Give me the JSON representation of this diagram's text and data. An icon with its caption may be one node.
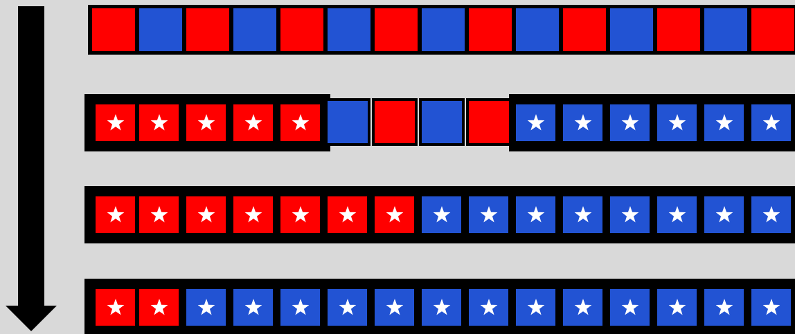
{
  "diagram": {
    "nodes": [
      {
        "text": [],
        "shape": "bar"
      },
      {
        "text": [],
        "shape": "box",
        "in": 0
      },
      {
        "text": [],
        "shape": "box",
        "in": 0
      },
      {
        "text": [],
        "shape": "box",
        "in": 0
      },
      {
        "text": [],
        "shape": "box",
        "in": 0
      },
      {
        "text": [],
        "shape": "box",
        "in": 0
      },
      {
        "text": [],
        "shape": "box",
        "in": 0
      },
      {
        "text": [],
        "shape": "box",
        "in": 0
      },
      {
        "text": [],
        "shape": "box",
        "in": 0
      },
      {
        "text": [],
        "shape": "box",
        "in": 0
      },
      {
        "text": [],
        "shape": "box",
        "in": 0
      },
      {
        "text": [],
        "shape": "box",
        "in": 0
      },
      {
        "text": [],
        "shape": "box",
        "in": 0
      },
      {
        "text": [],
        "shape": "box",
        "in": 0
      },
      {
        "text": [],
        "shape": "box",
        "in": 0
      },
      {
        "text": [],
        "shape": "box",
        "in": 0
      },
      {
        "text": [],
        "shape": "bar"
      },
      {
        "text": [],
        "shape": "star",
        "in": 16
      },
      {
        "text": [],
        "shape": "star",
        "in": 16
      },
      {
        "text": [],
        "shape": "star",
        "in": 16
      },
      {
        "text": [],
        "shape": "star",
        "in": 16
      },
      {
        "text": [],
        "shape": "star",
        "in": 16
      },
      {
        "text": [],
        "shape": "box"
      },
      {
        "text": [],
        "shape": "box"
      },
      {
        "text": [],
        "shape": "box"
      },
      {
        "text": [],
        "shape": "box"
      },
      {
        "text": [],
        "shape": "bar"
      },
      {
        "text": [],
        "shape": "star",
        "in": 26
      },
      {
        "text": [],
        "shape": "star",
        "in": 26
      },
      {
        "text": [],
        "shape": "star",
        "in": 26
      },
      {
        "text": [],
        "shape": "star",
        "in": 26
      },
      {
        "text": [],
        "shape": "star",
        "in": 26
      },
      {
        "text": [],
        "shape": "star",
        "in": 26
      },
      {
        "text": [],
        "shape": "bar"
      },
      {
        "text": [],
        "shape": "star",
        "in": 33
      },
      {
        "text": [],
        "shape": "star",
        "in": 33
      },
      {
        "text": [],
        "shape": "star",
        "in": 33
      },
      {
        "text": [],
        "shape": "star",
        "in": 33
      },
      {
        "text": [],
        "shape": "star",
        "in": 33
      },
      {
        "text": [],
        "shape": "star",
        "in": 33
      },
      {
        "text": [],
        "shape": "star",
        "in": 33
      },
      {
        "text": [],
        "shape": "bar"
      },
      {
        "text": [],
        "shape": "star",
        "in": 41
      },
      {
        "text": [],
        "shape": "star",
        "in": 41
      },
      {
        "text": [],
        "shape": "star",
        "in": 41
      },
      {
        "text": [],
        "shape": "star",
        "in": 41
      },
      {
        "text": [],
        "shape": "star",
        "in": 41
      },
      {
        "text": [],
        "shape": "star",
        "in": 41
      },
      {
        "text": [],
        "shape": "star",
        "in": 41
      },
      {
        "text": [],
        "shape": "star",
        "in": 41
      },
      {
        "text": [],
        "shape": "bar"
      },
      {
        "text": [],
        "shape": "star",
        "in": 50
      },
      {
        "text": [],
        "shape": "star",
        "in": 50
      },
      {
        "text": [],
        "shape": "bar"
      },
      {
        "text": [],
        "shape": "star",
        "in": 53
      },
      {
        "text": [],
        "shape": "star",
        "in": 53
      },
      {
        "text": [],
        "shape": "star",
        "in": 53
      },
      {
        "text": [],
        "shape": "star",
        "in": 53
      },
      {
        "text": [],
        "shape": "star",
        "in": 53
      },
      {
        "text": [],
        "shape": "star",
        "in": 53
      },
      {
        "text": [],
        "shape": "star",
        "in": 53
      },
      {
        "text": [],
        "shape": "star",
        "in": 53
      },
      {
        "text": [],
        "shape": "star",
        "in": 53
      },
      {
        "text": [],
        "shape": "star",
        "in": 53
      },
      {
        "text": [],
        "shape": "star",
        "in": 53
      },
      {
        "text": [],
        "shape": "star",
        "in": 53
      },
      {
        "text": [],
        "shape": "star",
        "in": 53
      }
    ]
  }
}
